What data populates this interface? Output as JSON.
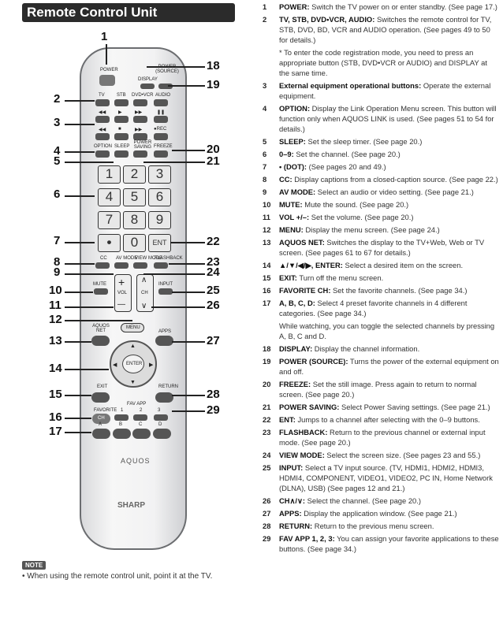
{
  "title": "Remote Control Unit",
  "remote": {
    "power": "POWER",
    "display": "DISPLAY",
    "power_source": "POWER (SOURCE)",
    "tv": "TV",
    "stb": "STB",
    "dvd": "DVD•VCR",
    "audio": "AUDIO",
    "rec": "●REC",
    "option": "OPTION",
    "sleep": "SLEEP",
    "power_saving": "POWER SAVING",
    "freeze": "FREEZE",
    "digits": [
      "1",
      "2",
      "3",
      "4",
      "5",
      "6",
      "7",
      "8",
      "9"
    ],
    "zero": "0",
    "dot": "•",
    "ent": "ENT",
    "cc": "CC",
    "av_mode": "AV MODE",
    "view_mode": "VIEW MODE",
    "flashback": "FLASHBACK",
    "mute": "MUTE",
    "vol": "VOL",
    "plus": "+",
    "minus": "—",
    "ch": "CH",
    "input": "INPUT",
    "menu": "MENU",
    "aquos_net": "AQUOS NET",
    "apps": "APPS",
    "enter": "ENTER",
    "exit": "EXIT",
    "return": "RETURN",
    "fav_app": "FAV APP",
    "fav1": "1",
    "fav2": "2",
    "fav3": "3",
    "favorite": "FAVORITE",
    "ch_small": "CH",
    "a": "A",
    "b": "B",
    "c": "C",
    "d": "D",
    "brand1": "AQUOS",
    "brand2": "SHARP"
  },
  "callouts": [
    "1",
    "18",
    "19",
    "2",
    "3",
    "4",
    "20",
    "5",
    "21",
    "6",
    "7",
    "22",
    "8",
    "23",
    "9",
    "24",
    "10",
    "25",
    "11",
    "26",
    "12",
    "13",
    "27",
    "14",
    "15",
    "28",
    "16",
    "29",
    "17"
  ],
  "note": {
    "tag": "NOTE",
    "text": "• When using the remote control unit, point it at the TV."
  },
  "items": [
    {
      "n": "1",
      "h": "POWER:",
      "t": " Switch the TV power on or enter standby. (See page 17.)"
    },
    {
      "n": "2",
      "h": "TV, STB, DVD•VCR, AUDIO:",
      "t": " Switches the remote control for TV, STB, DVD, BD, VCR and AUDIO operation. (See pages 49 to 50 for details.)"
    },
    {
      "n": "",
      "h": "",
      "t": "* To enter the code registration mode, you need to press an appropriate button (STB, DVD•VCR or AUDIO) and DISPLAY at the same time."
    },
    {
      "n": "3",
      "h": "External equipment operational buttons:",
      "t": " Operate the external equipment."
    },
    {
      "n": "4",
      "h": "OPTION:",
      "t": " Display the Link Operation Menu screen. This button will function only when AQUOS LINK is used. (See pages 51 to 54 for details.)"
    },
    {
      "n": "5",
      "h": "SLEEP:",
      "t": " Set the sleep timer. (See page 20.)"
    },
    {
      "n": "6",
      "h": "0–9:",
      "t": " Set the channel. (See page 20.)"
    },
    {
      "n": "7",
      "h": "• (DOT):",
      "t": " (See pages 20 and 49.)"
    },
    {
      "n": "8",
      "h": "CC:",
      "t": " Display captions from a closed-caption source. (See page 22.)"
    },
    {
      "n": "9",
      "h": "AV MODE:",
      "t": " Select an audio or video setting. (See page 21.)"
    },
    {
      "n": "10",
      "h": "MUTE:",
      "t": " Mute the sound. (See page 20.)"
    },
    {
      "n": "11",
      "h": "VOL +/–:",
      "t": " Set the volume. (See page 20.)"
    },
    {
      "n": "12",
      "h": "MENU:",
      "t": " Display the menu screen. (See page 24.)"
    },
    {
      "n": "13",
      "h": "AQUOS NET:",
      "t": " Switches the display to the TV+Web, Web or TV screen. (See pages 61 to 67 for details.)"
    },
    {
      "n": "14",
      "h": "▲/▼/◀/▶, ENTER:",
      "t": " Select a desired item on the screen."
    },
    {
      "n": "15",
      "h": "EXIT:",
      "t": " Turn off the menu screen."
    },
    {
      "n": "16",
      "h": "FAVORITE CH:",
      "t": " Set the favorite channels. (See page 34.)"
    },
    {
      "n": "17",
      "h": "A, B, C, D:",
      "t": " Select 4 preset favorite channels in 4 different categories. (See page 34.)"
    },
    {
      "n": "",
      "h": "",
      "t": "While watching, you can toggle the selected channels by pressing A, B, C and D."
    },
    {
      "n": "18",
      "h": "DISPLAY:",
      "t": " Display the channel information."
    },
    {
      "n": "19",
      "h": "POWER (SOURCE):",
      "t": " Turns the power of the external equipment on and off."
    },
    {
      "n": "20",
      "h": "FREEZE:",
      "t": " Set the still image. Press again to return to normal screen. (See page 20.)"
    },
    {
      "n": "21",
      "h": "POWER SAVING:",
      "t": " Select Power Saving settings. (See page 21.)"
    },
    {
      "n": "22",
      "h": "ENT:",
      "t": " Jumps to a channel after selecting with the 0–9 buttons."
    },
    {
      "n": "23",
      "h": "FLASHBACK:",
      "t": " Return to the previous channel or external input mode. (See page 20.)"
    },
    {
      "n": "24",
      "h": "VIEW MODE:",
      "t": " Select the screen size. (See pages 23 and 55.)"
    },
    {
      "n": "25",
      "h": "INPUT:",
      "t": " Select a TV input source. (TV, HDMI1, HDMI2, HDMI3, HDMI4, COMPONENT, VIDEO1, VIDEO2, PC IN, Home Network (DLNA), USB) (See pages 12 and 21.)"
    },
    {
      "n": "26",
      "h": "CH∧/∨:",
      "t": " Select the channel. (See page 20.)"
    },
    {
      "n": "27",
      "h": "APPS:",
      "t": " Display the application window. (See page 21.)"
    },
    {
      "n": "28",
      "h": "RETURN:",
      "t": " Return to the previous menu screen."
    },
    {
      "n": "29",
      "h": "FAV APP 1, 2, 3:",
      "t": " You can assign your favorite applications to these buttons. (See page 34.)"
    }
  ]
}
